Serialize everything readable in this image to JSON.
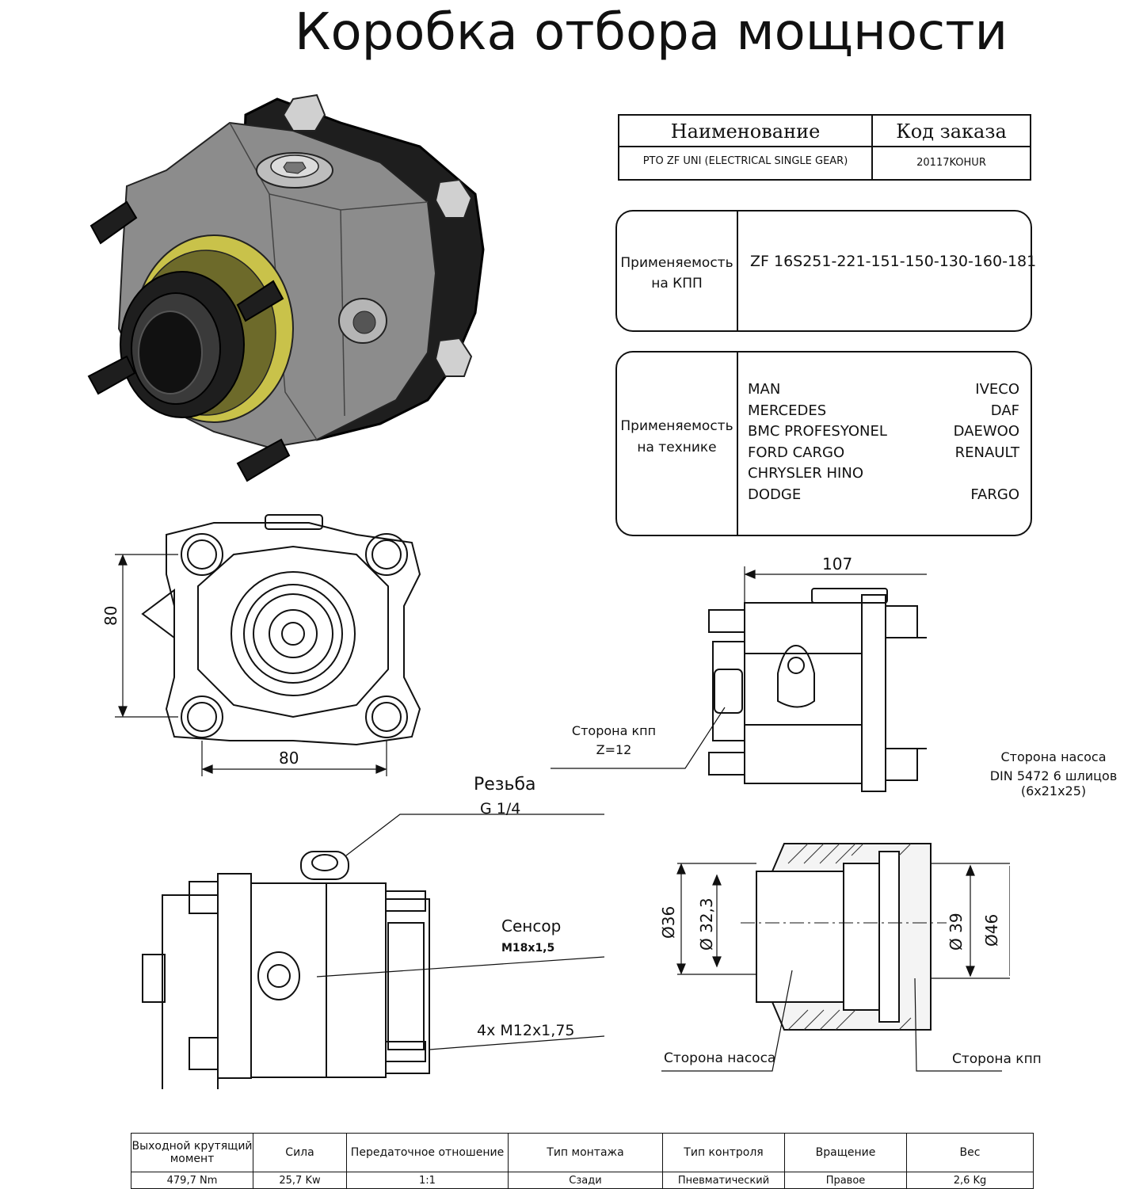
{
  "title": "Коробка отбора мощности",
  "order_table": {
    "header_name": "Наименование",
    "header_code": "Код заказа",
    "name": "PTO ZF UNI (ELECTRICAL SINGLE GEAR)",
    "code": "20117KOHUR"
  },
  "gearbox_box": {
    "label_line1": "Применяемость",
    "label_line2": "на КПП",
    "value": "ZF 16S251-221-151-150-130-160-181"
  },
  "vehicle_box": {
    "label_line1": "Применяемость",
    "label_line2": "на  технике",
    "left_brands": [
      "MAN",
      "MERCEDES",
      "BMC PROFESYONEL",
      "FORD CARGO",
      "CHRYSLER HINO",
      "DODGE"
    ],
    "right_brands": [
      "IVECO",
      "DAF",
      "DAEWOO",
      "RENAULT",
      "",
      "FARGO"
    ]
  },
  "front_view": {
    "dim_height": "80",
    "dim_width": "80"
  },
  "side_view": {
    "dim_length": "107",
    "gearbox_side_line1": "Сторона кпп",
    "gearbox_side_line2": "Z=12",
    "pump_side_line1": "Сторона насоса",
    "pump_side_line2": "DIN 5472 6 шлицов",
    "pump_side_line3": "(6x21x25)"
  },
  "bottom_view": {
    "thread_label": "Резьба",
    "thread_value": "G 1/4",
    "sensor_label": "Сенсор",
    "sensor_value": "M18x1,5",
    "bolts_label": "4x M12x1,75"
  },
  "section_view": {
    "dim_36": "Ø36",
    "dim_32_3": "Ø 32,3",
    "dim_39": "Ø 39",
    "dim_46": "Ø46",
    "pump_side": "Сторона насоса",
    "gearbox_side": "Сторона кпп"
  },
  "spec_table": {
    "headers": [
      "Выходной крутящий момент",
      "Сила",
      "Передаточное отношение",
      "Тип монтажа",
      "Тип контроля",
      "Вращение",
      "Вес"
    ],
    "values": [
      "479,7 Nm",
      "25,7 Kw",
      "1:1",
      "Сзади",
      "Пневматический",
      "Правое",
      "2,6 Kg"
    ]
  },
  "colors": {
    "housing": "#8c8c8c",
    "dark_parts": "#1e1e1e",
    "seal_ring": "#c9c24a",
    "line": "#111111"
  }
}
